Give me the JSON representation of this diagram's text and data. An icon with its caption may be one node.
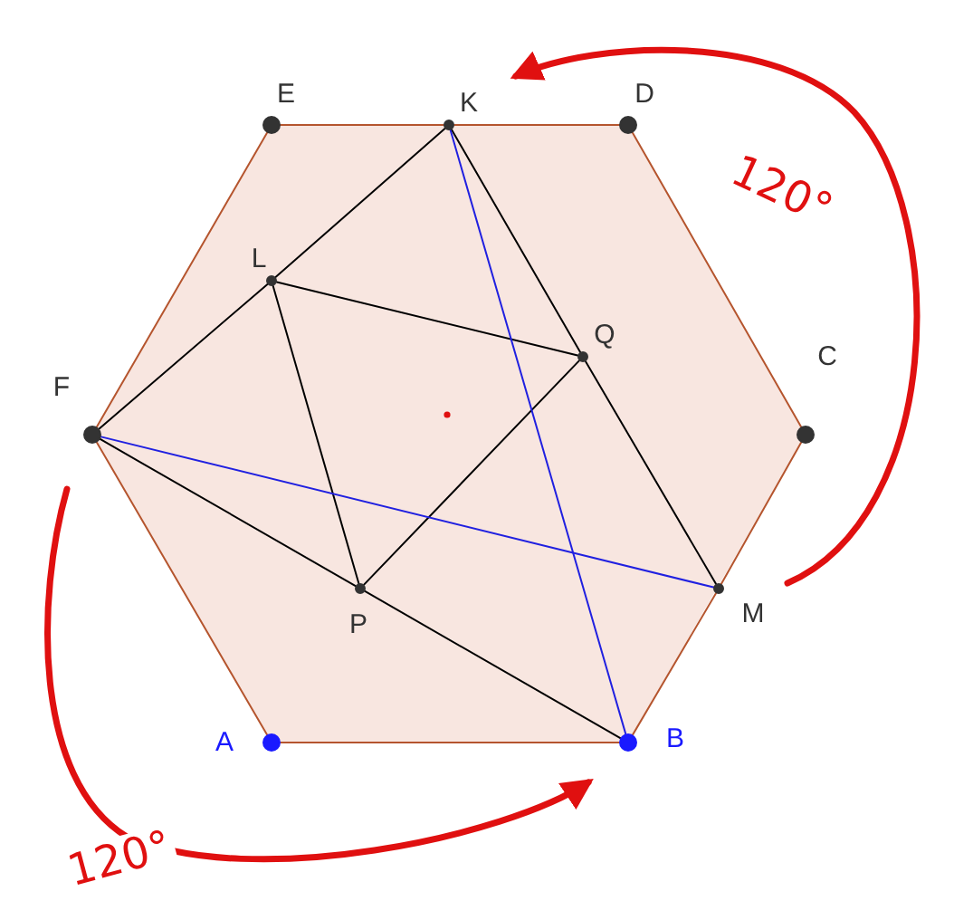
{
  "diagram": {
    "nodes": [
      {
        "text": [],
        "shape": "circle",
        "beside": [
          "E"
        ]
      },
      {
        "text": [],
        "shape": "circle",
        "beside": [
          "K"
        ]
      },
      {
        "text": [],
        "shape": "circle",
        "beside": [
          "D"
        ]
      },
      {
        "text": [],
        "shape": "circle",
        "beside": [
          "L"
        ]
      },
      {
        "text": [],
        "shape": "circle",
        "beside": [
          "Q"
        ]
      },
      {
        "text": [],
        "shape": "circle",
        "beside": [
          "F"
        ]
      },
      {
        "text": [],
        "shape": "circle",
        "beside": [
          "C"
        ]
      },
      {
        "text": [],
        "shape": "circle",
        "beside": [
          "P"
        ]
      },
      {
        "text": [],
        "shape": "circle",
        "beside": [
          "M"
        ]
      },
      {
        "text": [],
        "shape": "circle",
        "beside": [
          "A"
        ]
      },
      {
        "text": [],
        "shape": "circle",
        "beside": [
          "B"
        ]
      }
    ],
    "edges": [
      {
        "from": 0,
        "to": 1,
        "arrow": "none",
        "color": "#b5552e"
      },
      {
        "from": 1,
        "to": 2,
        "arrow": "none",
        "color": "#b5552e"
      },
      {
        "from": 2,
        "to": 6,
        "arrow": "none",
        "color": "#b5552e"
      },
      {
        "from": 6,
        "to": 8,
        "arrow": "none",
        "color": "#b5552e"
      },
      {
        "from": 8,
        "to": 10,
        "arrow": "none",
        "color": "#b5552e"
      },
      {
        "from": 10,
        "to": 9,
        "arrow": "none",
        "color": "#b5552e"
      },
      {
        "from": 9,
        "to": 5,
        "arrow": "none",
        "color": "#b5552e"
      },
      {
        "from": 5,
        "to": 0,
        "arrow": "none",
        "color": "#b5552e"
      },
      {
        "from": 5,
        "to": 3,
        "arrow": "none"
      },
      {
        "from": 3,
        "to": 1,
        "arrow": "none"
      },
      {
        "from": 3,
        "to": 4,
        "arrow": "none"
      },
      {
        "from": 3,
        "to": 7,
        "arrow": "none"
      },
      {
        "from": 1,
        "to": 4,
        "arrow": "none"
      },
      {
        "from": 4,
        "to": 8,
        "arrow": "none"
      },
      {
        "from": 7,
        "to": 4,
        "arrow": "none"
      },
      {
        "from": 5,
        "to": 7,
        "arrow": "none"
      },
      {
        "from": 7,
        "to": 10,
        "arrow": "none"
      },
      {
        "from": 5,
        "to": 8,
        "arrow": "none",
        "color": "#2020e0"
      },
      {
        "from": 1,
        "to": 10,
        "arrow": "none",
        "color": "#2020e0"
      },
      {
        "from": 8,
        "to": 1,
        "arrow": "to",
        "label": "120°",
        "style": "thick",
        "color": "#e01010"
      },
      {
        "from": 5,
        "to": 10,
        "arrow": "to",
        "label": "120°",
        "style": "thick",
        "color": "#e01010"
      }
    ]
  }
}
